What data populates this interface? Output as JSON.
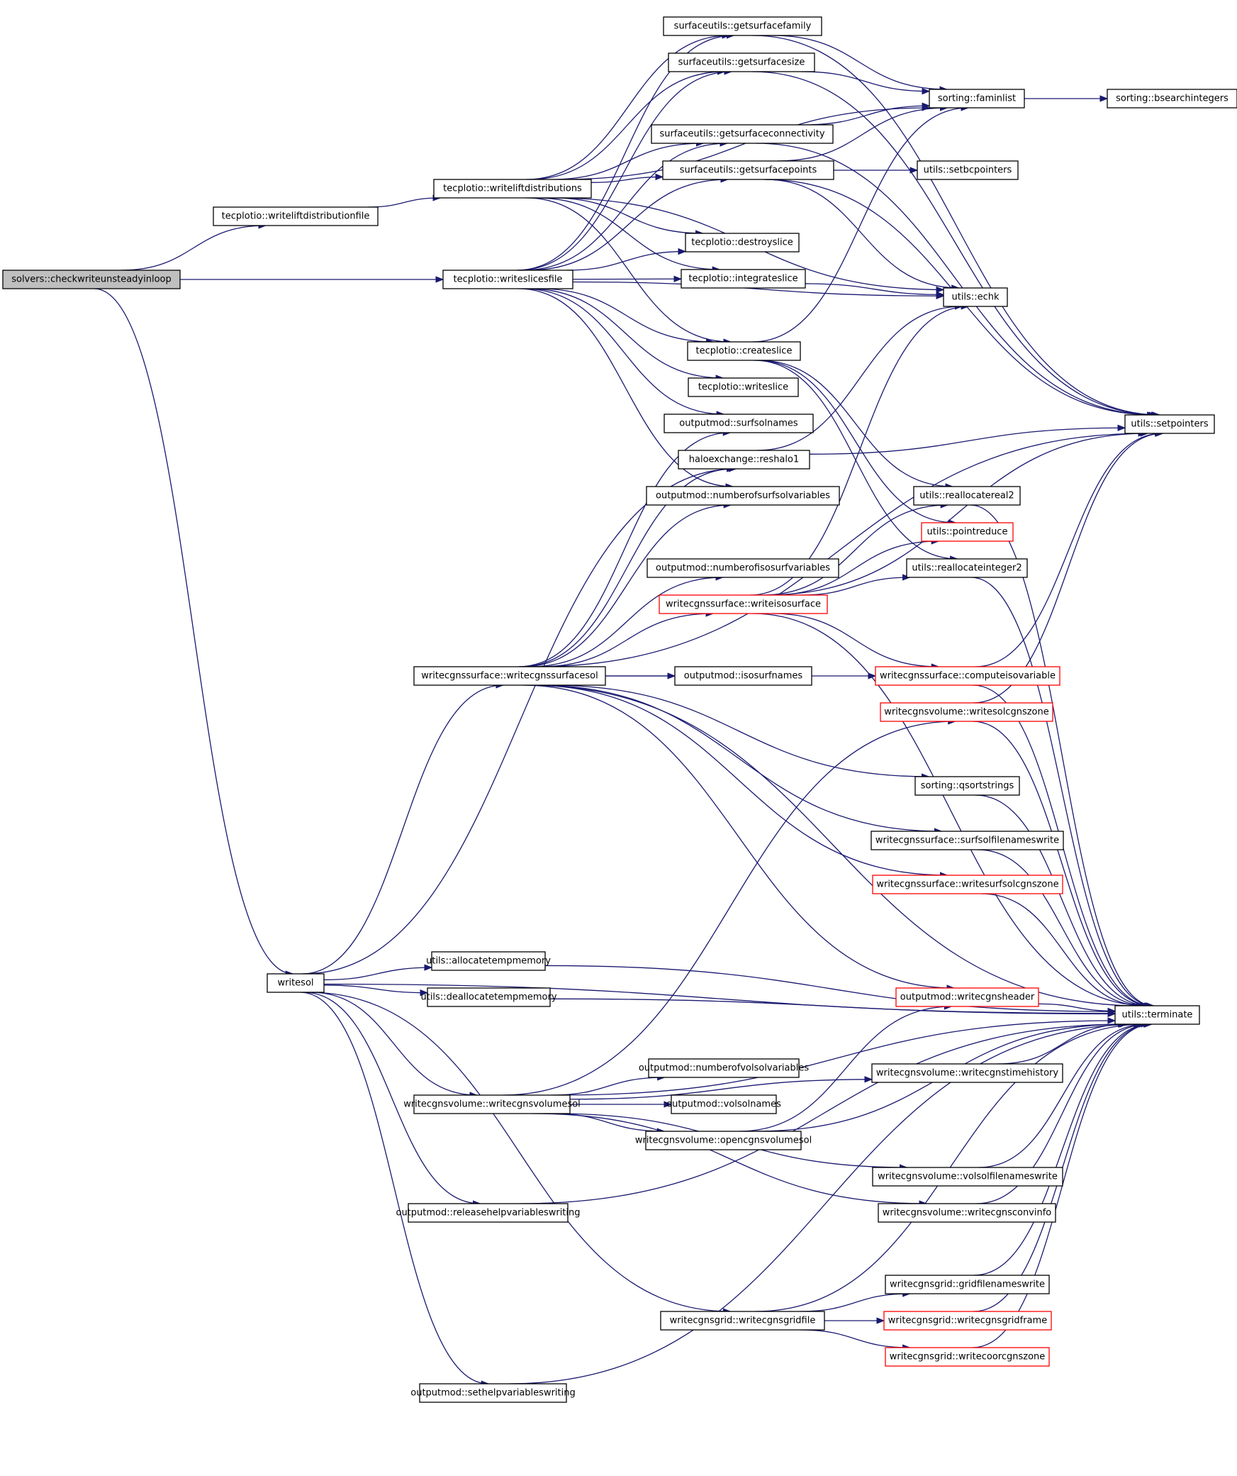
{
  "title": "solvers::checkwriteunsteadyinloop call graph",
  "colors": {
    "edge": "#191970",
    "node_border": "#000000",
    "node_border_truncated": "#ff0000",
    "root_fill": "#bfbfbf",
    "node_fill": "#ffffff"
  },
  "nodes": [
    {
      "id": "root",
      "label": "solvers::checkwriteunsteadyinloop",
      "style": "root"
    },
    {
      "id": "wldf",
      "label": "tecplotio::writeliftdistributionfile",
      "style": "normal"
    },
    {
      "id": "wld",
      "label": "tecplotio::writeliftdistributions",
      "style": "normal"
    },
    {
      "id": "wsf",
      "label": "tecplotio::writeslicesfile",
      "style": "normal"
    },
    {
      "id": "gsf",
      "label": "surfaceutils::getsurfacefamily",
      "style": "normal"
    },
    {
      "id": "gss",
      "label": "surfaceutils::getsurfacesize",
      "style": "normal"
    },
    {
      "id": "gsc",
      "label": "surfaceutils::getsurfaceconnectivity",
      "style": "normal"
    },
    {
      "id": "gsp",
      "label": "surfaceutils::getsurfacepoints",
      "style": "normal"
    },
    {
      "id": "fam",
      "label": "sorting::faminlist",
      "style": "normal"
    },
    {
      "id": "bsi",
      "label": "sorting::bsearchintegers",
      "style": "normal"
    },
    {
      "id": "sbc",
      "label": "utils::setbcpointers",
      "style": "normal"
    },
    {
      "id": "dsl",
      "label": "tecplotio::destroyslice",
      "style": "normal"
    },
    {
      "id": "isl",
      "label": "tecplotio::integrateslice",
      "style": "normal"
    },
    {
      "id": "echk",
      "label": "utils::echk",
      "style": "normal"
    },
    {
      "id": "csl",
      "label": "tecplotio::createslice",
      "style": "normal"
    },
    {
      "id": "wsl",
      "label": "tecplotio::writeslice",
      "style": "normal"
    },
    {
      "id": "ssn",
      "label": "outputmod::surfsolnames",
      "style": "normal"
    },
    {
      "id": "rh1",
      "label": "haloexchange::reshalo1",
      "style": "normal"
    },
    {
      "id": "setp",
      "label": "utils::setpointers",
      "style": "normal"
    },
    {
      "id": "nssv",
      "label": "outputmod::numberofsurfsolvariables",
      "style": "normal"
    },
    {
      "id": "rr2",
      "label": "utils::reallocatereal2",
      "style": "normal"
    },
    {
      "id": "prd",
      "label": "utils::pointreduce",
      "style": "truncated"
    },
    {
      "id": "ri2",
      "label": "utils::reallocateinteger2",
      "style": "normal"
    },
    {
      "id": "nisv",
      "label": "outputmod::numberofisosurfvariables",
      "style": "normal"
    },
    {
      "id": "wiso",
      "label": "writecgnssurface::writeisosurface",
      "style": "truncated"
    },
    {
      "id": "wcss",
      "label": "writecgnssurface::writecgnssurfacesol",
      "style": "normal"
    },
    {
      "id": "isn",
      "label": "outputmod::isosurfnames",
      "style": "normal"
    },
    {
      "id": "civ",
      "label": "writecgnssurface::computeisovariable",
      "style": "truncated"
    },
    {
      "id": "wscz",
      "label": "writecgnsvolume::writesolcgnszone",
      "style": "truncated"
    },
    {
      "id": "qss",
      "label": "sorting::qsortstrings",
      "style": "normal"
    },
    {
      "id": "sfnw",
      "label": "writecgnssurface::surfsolfilenameswrite",
      "style": "normal"
    },
    {
      "id": "wsscz",
      "label": "writecgnssurface::writesurfsolcgnszone",
      "style": "truncated"
    },
    {
      "id": "writesol",
      "label": "writesol",
      "style": "normal"
    },
    {
      "id": "atm",
      "label": "utils::allocatetempmemory",
      "style": "normal"
    },
    {
      "id": "dtm",
      "label": "utils::deallocatetempmemory",
      "style": "normal"
    },
    {
      "id": "wch",
      "label": "outputmod::writecgnsheader",
      "style": "truncated"
    },
    {
      "id": "term",
      "label": "utils::terminate",
      "style": "normal"
    },
    {
      "id": "wcth",
      "label": "writecgnsvolume::writecgnstimehistory",
      "style": "normal"
    },
    {
      "id": "nvsv",
      "label": "outputmod::numberofvolsolvariables",
      "style": "normal"
    },
    {
      "id": "wcvs",
      "label": "writecgnsvolume::writecgnsvolumesol",
      "style": "normal"
    },
    {
      "id": "vsn",
      "label": "outputmod::volsolnames",
      "style": "normal"
    },
    {
      "id": "ocvs",
      "label": "writecgnsvolume::opencgnsvolumesol",
      "style": "normal"
    },
    {
      "id": "vsfw",
      "label": "writecgnsvolume::volsolfilenameswrite",
      "style": "normal"
    },
    {
      "id": "rhvw",
      "label": "outputmod::releasehelpvariableswriting",
      "style": "normal"
    },
    {
      "id": "wcci",
      "label": "writecgnsvolume::writecgnsconvinfo",
      "style": "normal"
    },
    {
      "id": "gfnw",
      "label": "writecgnsgrid::gridfilenameswrite",
      "style": "normal"
    },
    {
      "id": "wcgf",
      "label": "writecgnsgrid::writecgnsgridfile",
      "style": "normal"
    },
    {
      "id": "wcgfr",
      "label": "writecgnsgrid::writecgnsgridframe",
      "style": "truncated"
    },
    {
      "id": "wccz",
      "label": "writecgnsgrid::writecoorcgnszone",
      "style": "truncated"
    },
    {
      "id": "shvw",
      "label": "outputmod::sethelpvariableswriting",
      "style": "normal"
    }
  ],
  "edges": [
    [
      "root",
      "wldf"
    ],
    [
      "root",
      "wsf"
    ],
    [
      "root",
      "writesol"
    ],
    [
      "wldf",
      "wld"
    ],
    [
      "wld",
      "gsf"
    ],
    [
      "wld",
      "gss"
    ],
    [
      "wld",
      "fam"
    ],
    [
      "wld",
      "gsc"
    ],
    [
      "wld",
      "gsp"
    ],
    [
      "wld",
      "echk"
    ],
    [
      "wld",
      "dsl"
    ],
    [
      "wld",
      "isl"
    ],
    [
      "wld",
      "csl"
    ],
    [
      "wsf",
      "gsf"
    ],
    [
      "wsf",
      "gss"
    ],
    [
      "wsf",
      "gsc"
    ],
    [
      "wsf",
      "gsp"
    ],
    [
      "wsf",
      "dsl"
    ],
    [
      "wsf",
      "isl"
    ],
    [
      "wsf",
      "echk"
    ],
    [
      "wsf",
      "csl"
    ],
    [
      "wsf",
      "wsl"
    ],
    [
      "wsf",
      "ssn"
    ],
    [
      "wsf",
      "nssv"
    ],
    [
      "gsf",
      "fam"
    ],
    [
      "gsf",
      "setp"
    ],
    [
      "gss",
      "fam"
    ],
    [
      "gss",
      "setp"
    ],
    [
      "gsc",
      "fam"
    ],
    [
      "gsc",
      "setp"
    ],
    [
      "gsp",
      "fam"
    ],
    [
      "gsp",
      "sbc"
    ],
    [
      "gsp",
      "echk"
    ],
    [
      "gsp",
      "setp"
    ],
    [
      "fam",
      "bsi"
    ],
    [
      "isl",
      "echk"
    ],
    [
      "csl",
      "fam"
    ],
    [
      "csl",
      "rr2"
    ],
    [
      "csl",
      "prd"
    ],
    [
      "csl",
      "ri2"
    ],
    [
      "rh1",
      "echk"
    ],
    [
      "rh1",
      "setp"
    ],
    [
      "rr2",
      "term"
    ],
    [
      "ri2",
      "term"
    ],
    [
      "wiso",
      "echk"
    ],
    [
      "wiso",
      "rr2"
    ],
    [
      "wiso",
      "prd"
    ],
    [
      "wiso",
      "ri2"
    ],
    [
      "wiso",
      "setp"
    ],
    [
      "wiso",
      "civ"
    ],
    [
      "wiso",
      "term"
    ],
    [
      "wcss",
      "ssn"
    ],
    [
      "wcss",
      "rh1"
    ],
    [
      "wcss",
      "nssv"
    ],
    [
      "wcss",
      "nisv"
    ],
    [
      "wcss",
      "wiso"
    ],
    [
      "wcss",
      "isn"
    ],
    [
      "wcss",
      "civ"
    ],
    [
      "wcss",
      "setp"
    ],
    [
      "wcss",
      "qss"
    ],
    [
      "wcss",
      "sfnw"
    ],
    [
      "wcss",
      "wsscz"
    ],
    [
      "wcss",
      "wch"
    ],
    [
      "wcss",
      "term"
    ],
    [
      "civ",
      "setp"
    ],
    [
      "civ",
      "term"
    ],
    [
      "wscz",
      "setp"
    ],
    [
      "wscz",
      "term"
    ],
    [
      "qss",
      "term"
    ],
    [
      "sfnw",
      "term"
    ],
    [
      "wsscz",
      "term"
    ],
    [
      "writesol",
      "rh1"
    ],
    [
      "writesol",
      "wcss"
    ],
    [
      "writesol",
      "atm"
    ],
    [
      "writesol",
      "dtm"
    ],
    [
      "writesol",
      "wcvs"
    ],
    [
      "writesol",
      "rhvw"
    ],
    [
      "writesol",
      "wcgf"
    ],
    [
      "writesol",
      "shvw"
    ],
    [
      "writesol",
      "term"
    ],
    [
      "atm",
      "term"
    ],
    [
      "dtm",
      "term"
    ],
    [
      "wch",
      "term"
    ],
    [
      "wcth",
      "term"
    ],
    [
      "wcvs",
      "wscz"
    ],
    [
      "wcvs",
      "nvsv"
    ],
    [
      "wcvs",
      "vsn"
    ],
    [
      "wcvs",
      "ocvs"
    ],
    [
      "wcvs",
      "wcth"
    ],
    [
      "wcvs",
      "vsfw"
    ],
    [
      "wcvs",
      "wcci"
    ],
    [
      "wcvs",
      "term"
    ],
    [
      "ocvs",
      "wch"
    ],
    [
      "ocvs",
      "term"
    ],
    [
      "vsfw",
      "term"
    ],
    [
      "wcci",
      "term"
    ],
    [
      "rhvw",
      "term"
    ],
    [
      "wcgf",
      "gfnw"
    ],
    [
      "wcgf",
      "wcgfr"
    ],
    [
      "wcgf",
      "wccz"
    ],
    [
      "wcgf",
      "term"
    ],
    [
      "gfnw",
      "term"
    ],
    [
      "wcgfr",
      "term"
    ],
    [
      "wccz",
      "term"
    ],
    [
      "shvw",
      "term"
    ]
  ]
}
